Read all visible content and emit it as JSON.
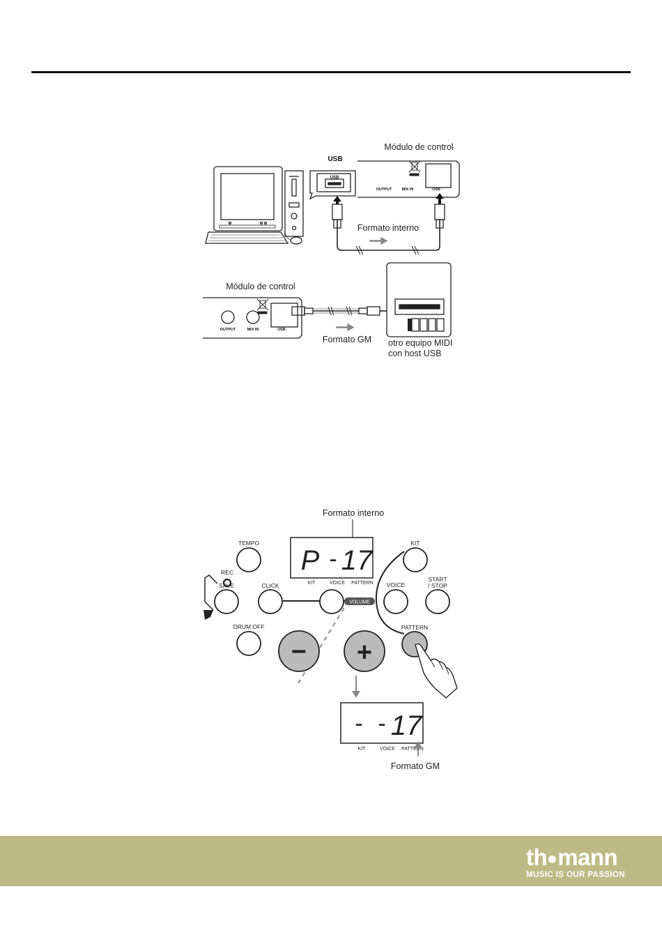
{
  "figure1": {
    "usb_callout": "USB",
    "usb_port": "USB",
    "module_title_top": "Módulo de control",
    "output": "OUTPUT",
    "mix_in": "MIX IN",
    "usb": "USB",
    "internal_format": "Formato interno",
    "module_title_bottom": "Módulo de control",
    "gm_format": "Formato GM",
    "midi_device_line1": "otro equipo MIDI",
    "midi_device_line2": "con host USB"
  },
  "figure2": {
    "internal_format": "Formato interno",
    "display_top": "P-17",
    "display_top_chars": [
      "P",
      "-",
      "17"
    ],
    "display_labels": [
      "KIT",
      "VOICE",
      "PATTERN"
    ],
    "tempo": "TEMPO",
    "rec": "REC",
    "save": "SAVE",
    "click": "CLICK",
    "volume": "VOLUME",
    "drum_off": "DRUM OFF",
    "kit": "KIT",
    "voice": "VOICE",
    "start_line1": "START",
    "start_line2": "/ STOP",
    "pattern": "PATTERN",
    "minus": "−",
    "plus": "+",
    "display_bottom_chars": [
      "-",
      "-",
      "17"
    ],
    "gm_format": "Formato GM"
  },
  "footer": {
    "brand_left": "th",
    "brand_right": "mann",
    "tagline": "MUSIC IS OUR PASSION",
    "background": "#bdba86"
  }
}
